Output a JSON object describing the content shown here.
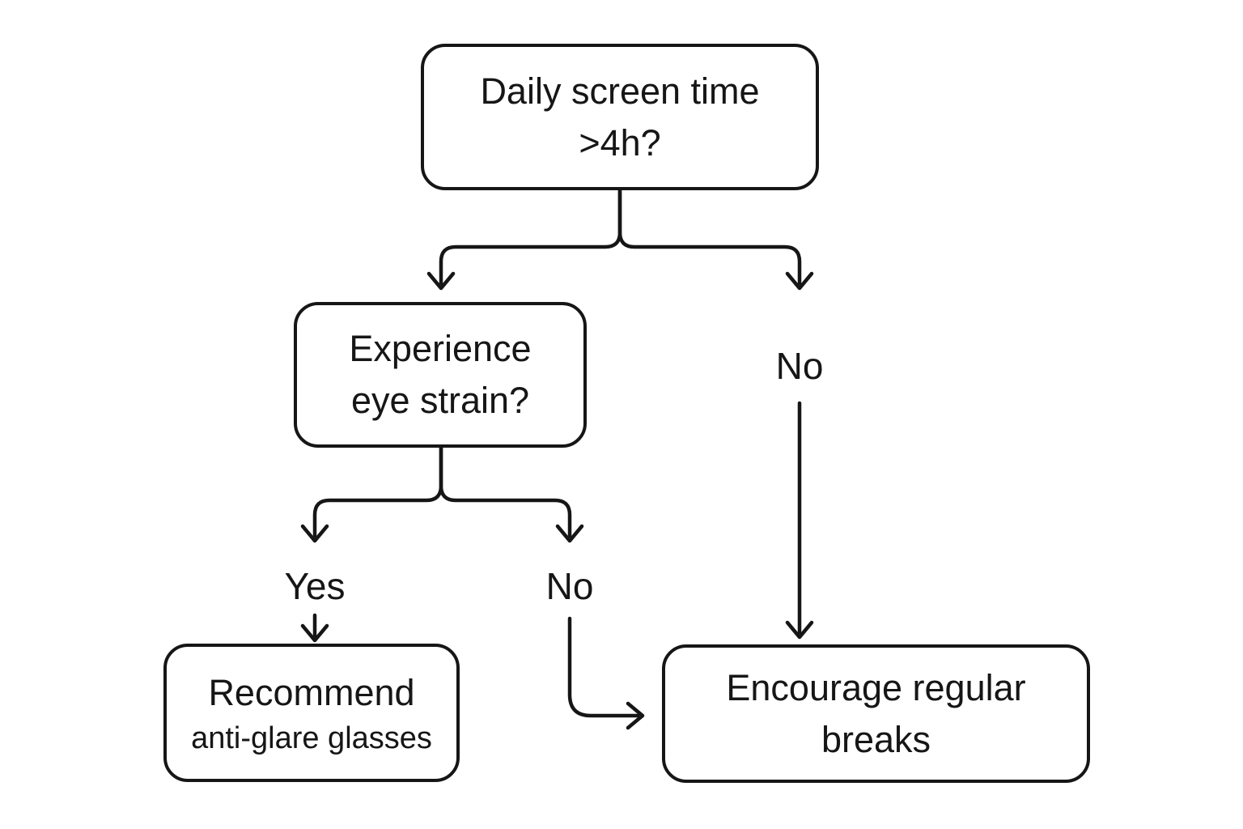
{
  "diagram": {
    "type": "flowchart",
    "nodes": {
      "screen_time": {
        "line1": "Daily screen time",
        "line2": ">4h?"
      },
      "eye_strain": {
        "line1": "Experience",
        "line2": "eye strain?"
      },
      "glasses": {
        "line1": "Recommend",
        "line2": "anti-glare glasses"
      },
      "breaks": {
        "line1": "Encourage regular",
        "line2": "breaks"
      }
    },
    "edge_labels": {
      "top_no": "No",
      "strain_yes": "Yes",
      "strain_no": "No"
    },
    "edges": [
      {
        "from": "screen_time",
        "to": "eye_strain",
        "label": ""
      },
      {
        "from": "screen_time",
        "to": "breaks",
        "label": "No"
      },
      {
        "from": "eye_strain",
        "to": "glasses",
        "label": "Yes"
      },
      {
        "from": "eye_strain",
        "to": "breaks",
        "label": "No"
      }
    ],
    "colors": {
      "stroke": "#161616",
      "text": "#161616",
      "background": "#ffffff",
      "node_fill": "#ffffff"
    }
  }
}
